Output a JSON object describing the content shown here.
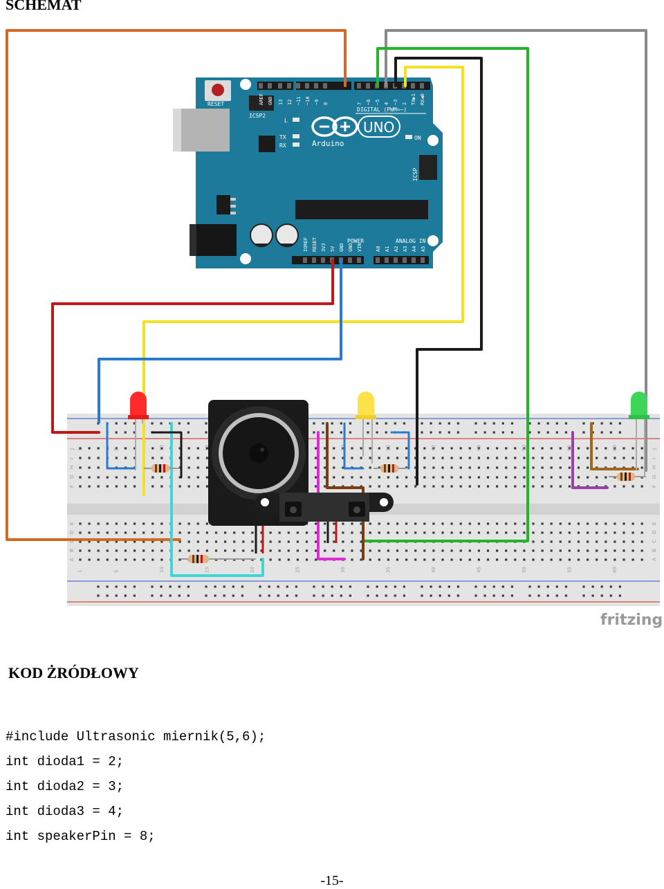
{
  "headings": {
    "schemat": "SCHEMAT",
    "kod": "KOD ŻRÓDŁOWY"
  },
  "arduino": {
    "reset": "RESET",
    "icsp2": "ICSP2",
    "icsp": "ICSP",
    "brand": "Arduino",
    "model": "UNO",
    "led_l": "L",
    "led_tx": "TX",
    "led_rx": "RX",
    "led_on": "ON",
    "digital_label": "DIGITAL (PWM=~)",
    "power_label": "POWER",
    "analog_label": "ANALOG IN",
    "digital_pins": [
      "AREF",
      "GND",
      "13",
      "12",
      "~11",
      "~10",
      "~9",
      "8",
      "7",
      "~6",
      "~5",
      "4",
      "~3",
      "2",
      "TX▶1",
      "RX◀0"
    ],
    "power_pins": [
      "IOREF",
      "RESET",
      "3V3",
      "5V",
      "GND",
      "GND",
      "VIN"
    ],
    "analog_pins": [
      "A0",
      "A1",
      "A2",
      "A3",
      "A4",
      "A5"
    ]
  },
  "breadboard": {
    "rows_top": [
      "J",
      "I",
      "H",
      "G",
      "F"
    ],
    "rows_bottom": [
      "E",
      "D",
      "C",
      "B",
      "A"
    ],
    "col_numbers": [
      "1",
      "5",
      "10",
      "15",
      "20",
      "25",
      "30",
      "35",
      "40",
      "45",
      "50",
      "55",
      "60"
    ]
  },
  "watermark": "fritzing",
  "colors": {
    "board": "#1d7a9a",
    "wire_orange": "#d16a25",
    "wire_gray": "#8a8a8a",
    "wire_green": "#22b52c",
    "wire_black": "#1a1a1a",
    "wire_yellow": "#f2e21d",
    "wire_red": "#c01818",
    "wire_blue": "#2a7bd0",
    "wire_cyan": "#3fd6d6",
    "wire_magenta": "#e02ad6",
    "wire_brown": "#7a3d12",
    "wire_purple": "#9b3fa8",
    "led_red": "#ff2a2a",
    "led_yellow": "#ffe24a",
    "led_green": "#3ed65a"
  },
  "code_lines": [
    "#include Ultrasonic miernik(5,6);",
    "int dioda1 = 2;",
    "int dioda2 = 3;",
    "int dioda3 = 4;",
    "int speakerPin = 8;"
  ],
  "page_number": "-15-"
}
